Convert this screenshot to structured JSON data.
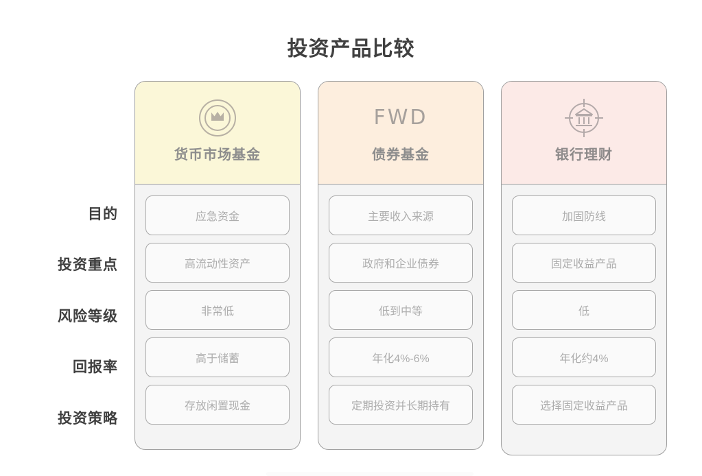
{
  "title": "投资产品比较",
  "row_labels": [
    "目的",
    "投资重点",
    "风险等级",
    "回报率",
    "投资策略"
  ],
  "columns": [
    {
      "title": "货币市场基金",
      "icon": "coin-m-circle-icon",
      "logo_text": "",
      "header_color": "#fbf7d8",
      "cells": [
        "应急资金",
        "高流动性资产",
        "非常低",
        "高于储蓄",
        "存放闲置现金"
      ]
    },
    {
      "title": "债券基金",
      "icon": "fwd-wordmark-logo",
      "logo_text": "FWD",
      "header_color": "#fdeede",
      "cells": [
        "主要收入来源",
        "政府和企业债券",
        "低到中等",
        "年化4%-6%",
        "定期投资并长期持有"
      ]
    },
    {
      "title": "银行理财",
      "icon": "bank-target-icon",
      "logo_text": "",
      "header_color": "#fceae7",
      "cells": [
        "加固防线",
        "固定收益产品",
        "低",
        "年化约4%",
        "选择固定收益产品"
      ]
    }
  ],
  "colors": {
    "title_text": "#404040",
    "row_label_text": "#3f3f3f",
    "cell_text": "#adadad",
    "cell_bg": "#fafafa",
    "cell_border": "#a8a8a8",
    "column_bg": "#f4f4f4",
    "column_border": "#9e9e9e",
    "icon_stroke": "#b5aea6"
  }
}
